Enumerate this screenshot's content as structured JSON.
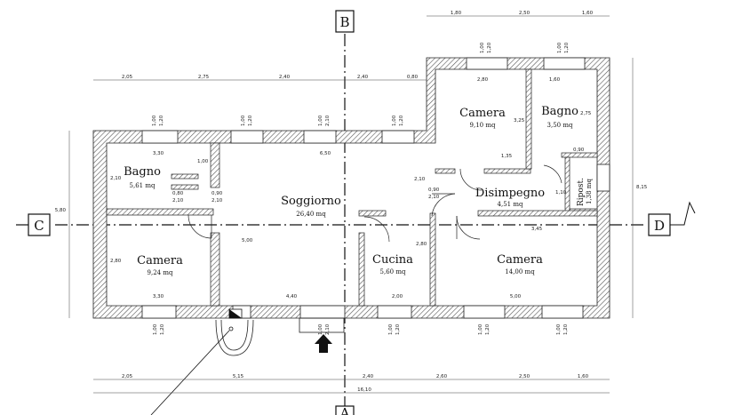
{
  "axes": {
    "top": "B",
    "bottom": "A",
    "left": "C",
    "right": "D"
  },
  "rooms": [
    {
      "name": "Bagno",
      "area": "5,61 mq"
    },
    {
      "name": "Camera",
      "area": "9,24 mq"
    },
    {
      "name": "Soggiorno",
      "area": "26,40 mq"
    },
    {
      "name": "Cucina",
      "area": "5,60 mq"
    },
    {
      "name": "Camera",
      "area": "9,10 mq"
    },
    {
      "name": "Bagno",
      "area": "3,50 mq"
    },
    {
      "name": "Disimpegno",
      "area": "4,51 mq"
    },
    {
      "name": "Camera",
      "area": "14,00 mq"
    },
    {
      "name": "Ripost.",
      "area": "1,38 mq"
    }
  ],
  "dimensions": {
    "top_upper": [
      "1,80",
      "2,50",
      "1,60"
    ],
    "top_lower": [
      "2,05",
      "2,75",
      "2,40",
      "2,40",
      "0,80"
    ],
    "bottom_upper": [
      "2,05",
      "5,15",
      "2,40",
      "2,60",
      "2,50",
      "1,60"
    ],
    "bottom_total": "16,10",
    "left_total": "5,80",
    "right_total": "8,15",
    "window_widths": [
      "1,00",
      "1,20"
    ],
    "door_sill_1": "1,00",
    "door_sill_2": "2,10",
    "interior": {
      "bagno_w": "3,30",
      "bagno_h": "2,10",
      "bagno_niche": "1,00",
      "bagno_door_w": "0,80",
      "bagno_door_h": "2,10",
      "soggiorno_w": "6,50",
      "soggiorno_h": "5,00",
      "soggiorno_bottom": "4,40",
      "soggiorno_door_w": "0,90",
      "soggiorno_door_h": "2,10",
      "soggiorno_side": "2,10",
      "camera_left_h": "2,80",
      "camera_left_w": "3,30",
      "cucina_w": "2,00",
      "cucina_h": "2,80",
      "camera_top_w": "2,80",
      "camera_top_h": "3,25",
      "bagno_top_w": "1,60",
      "bagno_top_h": "2,75",
      "bagno_top_door": "0,90",
      "disimpegno_mid": "1,35",
      "disimpegno_door_w": "0,90",
      "disimpegno_door_h": "2,10",
      "ripost_door": "1,10",
      "camera_right_top": "3,45",
      "camera_right_w": "5,00"
    }
  }
}
